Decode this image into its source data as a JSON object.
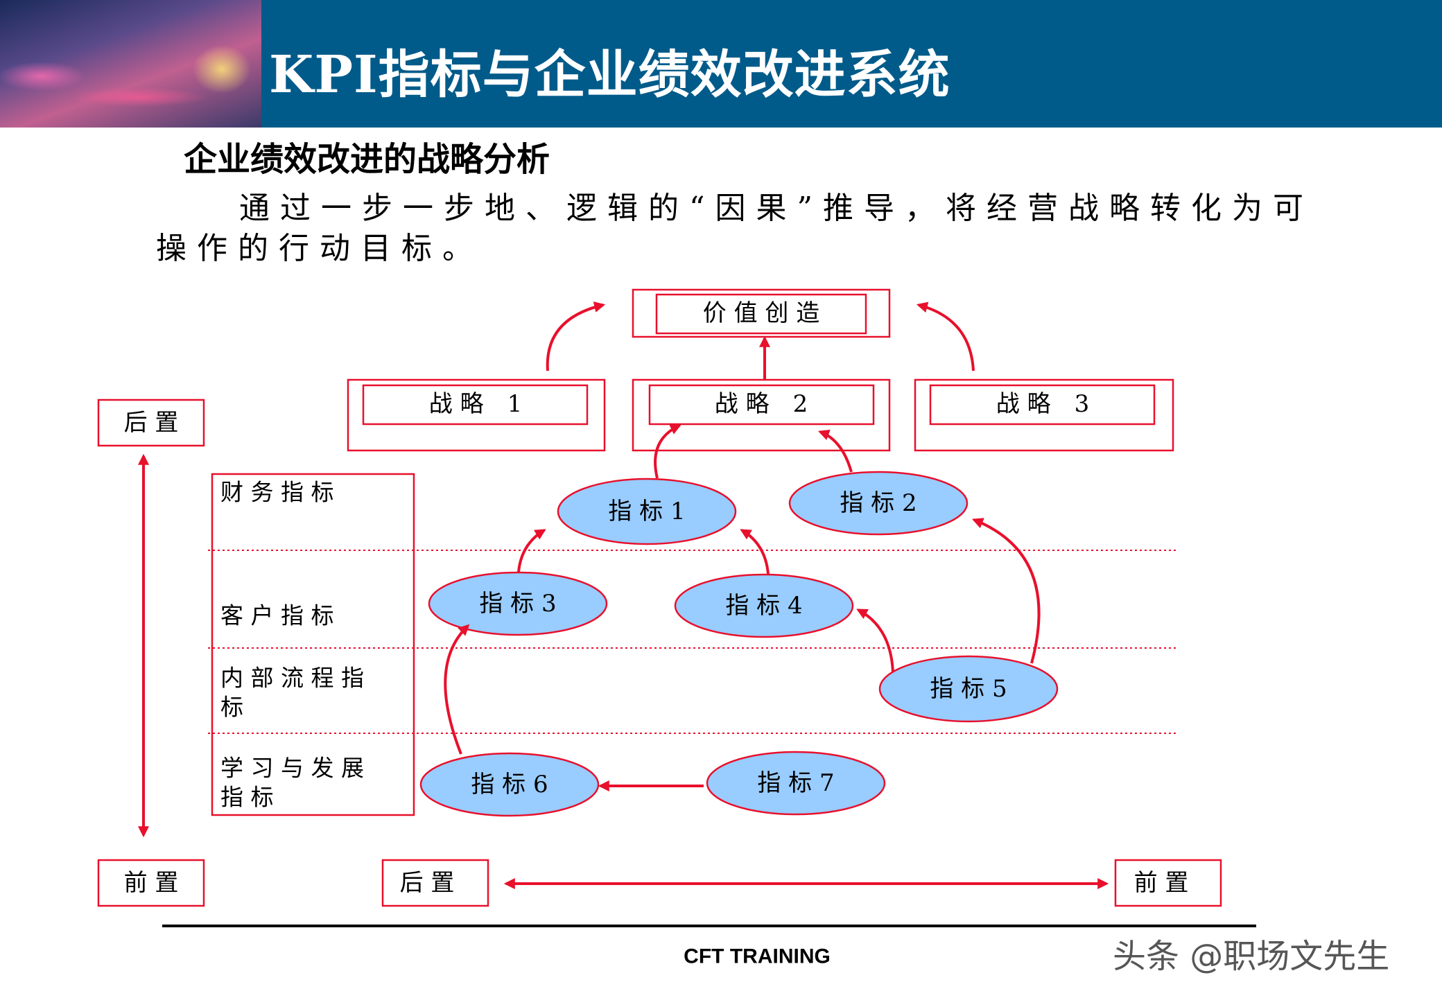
{
  "header": {
    "title": "KPI指标与企业绩效改进系统"
  },
  "section": {
    "heading": "企业绩效改进的战略分析",
    "intro": "通过一步一步地、逻辑的“因果”推导，将经营战略转化为可操作的行动目标。"
  },
  "diagram": {
    "value_creation": "价 值 创 造",
    "strategies": [
      "战 略　1",
      "战 略　2",
      "战 略　3"
    ],
    "perspectives": {
      "financial": "财 务 指 标",
      "customer": "客 户 指 标",
      "internal_line1": "内 部 流 程 指",
      "internal_line2": "标",
      "learning_line1": "学 习 与 发 展",
      "learning_line2": "指 标"
    },
    "indicators": [
      "指 标 1",
      "指 标 2",
      "指 标 3",
      "指 标 4",
      "指 标 5",
      "指 标 6",
      "指 标 7"
    ],
    "axis": {
      "vertical_top": "后 置",
      "vertical_bottom": "前 置",
      "horizontal_left": "后 置",
      "horizontal_right": "前 置"
    }
  },
  "footer": {
    "label": "CFT TRAINING"
  },
  "watermark": "头条 @职场文先生",
  "colors": {
    "header": "#005b8a",
    "accent": "#e8102c",
    "ellipse_fill": "#99ccff",
    "ellipse_stroke": "#e8102c"
  }
}
